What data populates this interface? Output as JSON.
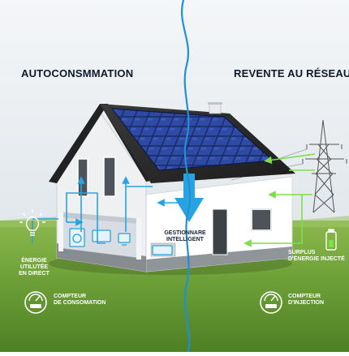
{
  "titles": {
    "left": "AUTOCONSMMATION",
    "right": "REVENTE AU RÉSEAU"
  },
  "labels": {
    "direct_use": [
      "ÉNERGIE UTILUTÉE",
      "EN DIRECT"
    ],
    "manager": [
      "GESTIONNARE",
      "INTELLIGENT"
    ],
    "surplus": [
      "SURPLUS",
      "D'ÉNERGIE INJECTÉ"
    ],
    "meter_left": [
      "COMPTEUR",
      "DE CONSOMATION"
    ],
    "meter_right": [
      "COMPTEUR",
      "D'INJECTION"
    ]
  },
  "icons": [
    "lightbulb-icon",
    "battery-icon",
    "meter-icon",
    "meter-icon",
    "washing-machine-icon",
    "tv-icon",
    "computer-icon",
    "microwave-icon",
    "pylon-icon",
    "solar-panel-icon"
  ],
  "colors": {
    "divider": "#1e90d6",
    "blue_arrows": "#29a3e0",
    "green_arrows": "#7be04a",
    "sky": "#e9edf0",
    "grass": "#6fa33b"
  }
}
